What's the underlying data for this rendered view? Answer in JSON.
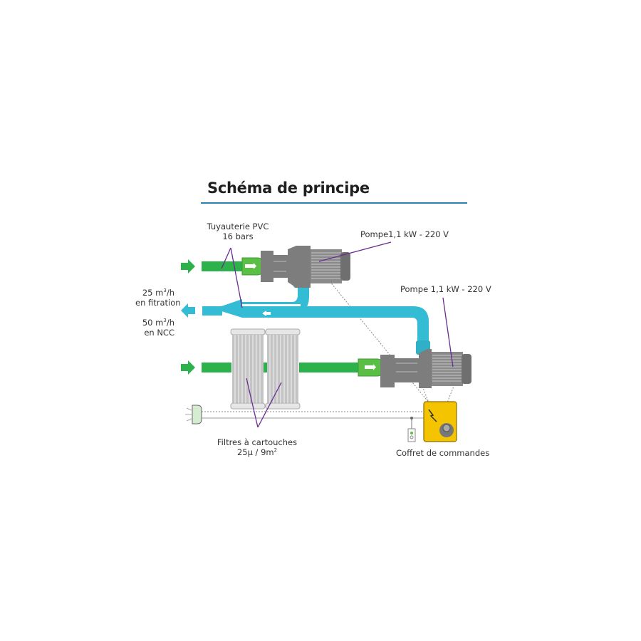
{
  "header": {
    "title": "Schéma de principe",
    "rule_color": "#2a7fb5"
  },
  "labels": {
    "pipe": {
      "line1": "Tuyauterie PVC",
      "line2": "16 bars"
    },
    "pump_top": "Pompe1,1 kW - 220 V",
    "pump_bottom": "Pompe 1,1 kW - 220 V",
    "flow_filtration": {
      "line1_value": "25 m",
      "line1_sup": "3",
      "line1_unit": "/h",
      "line2": "en fitration"
    },
    "flow_ncc": {
      "line1_value": "50 m",
      "line1_sup": "3",
      "line1_unit": "/h",
      "line2": "en NCC"
    },
    "filters": {
      "line1": "Filtres à cartouches",
      "line2_value": "25µ / 9m",
      "line2_sup": "2"
    },
    "control_box": "Coffret de commandes"
  },
  "colors": {
    "inlet_pipe": "#2db14a",
    "outlet_pipe": "#33bcd3",
    "pump_body": "#7d7d7d",
    "pump_dark": "#6a6a6a",
    "leader_line": "#6a2c91",
    "control_box": "#f5c400",
    "filter": "#c9c9c9"
  },
  "icons": {
    "inlet_arrow": "arrow-right",
    "outlet_arrow": "arrow-left",
    "control_box_symbol": "lightning-bolt",
    "sensor": "probe"
  }
}
